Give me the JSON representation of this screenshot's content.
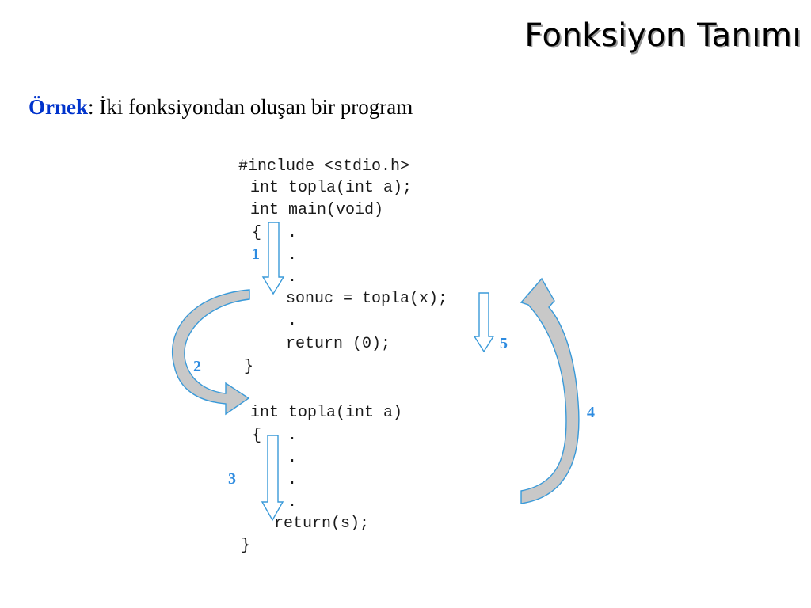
{
  "slide": {
    "title": "Fonksiyon Tanımı",
    "example_label": "Örnek",
    "example_sep": ":",
    "example_text": " İki fonksiyondan oluşan bir program"
  },
  "code": {
    "lines": [
      "#include <stdio.h>",
      "int topla(int a);",
      "int main(void)",
      "{",
      ".",
      ".",
      ".",
      "sonuc = topla(x);",
      ".",
      "return (0);",
      "}",
      "int topla(int a)",
      "{",
      ".",
      ".",
      ".",
      ".",
      "return(s);",
      "}"
    ]
  },
  "steps": [
    "1",
    "2",
    "3",
    "4",
    "5"
  ],
  "colors": {
    "step": "#2d8be0",
    "arrow_outline": "#3a9ad9",
    "arrow_fill": "#c8c8c8"
  }
}
